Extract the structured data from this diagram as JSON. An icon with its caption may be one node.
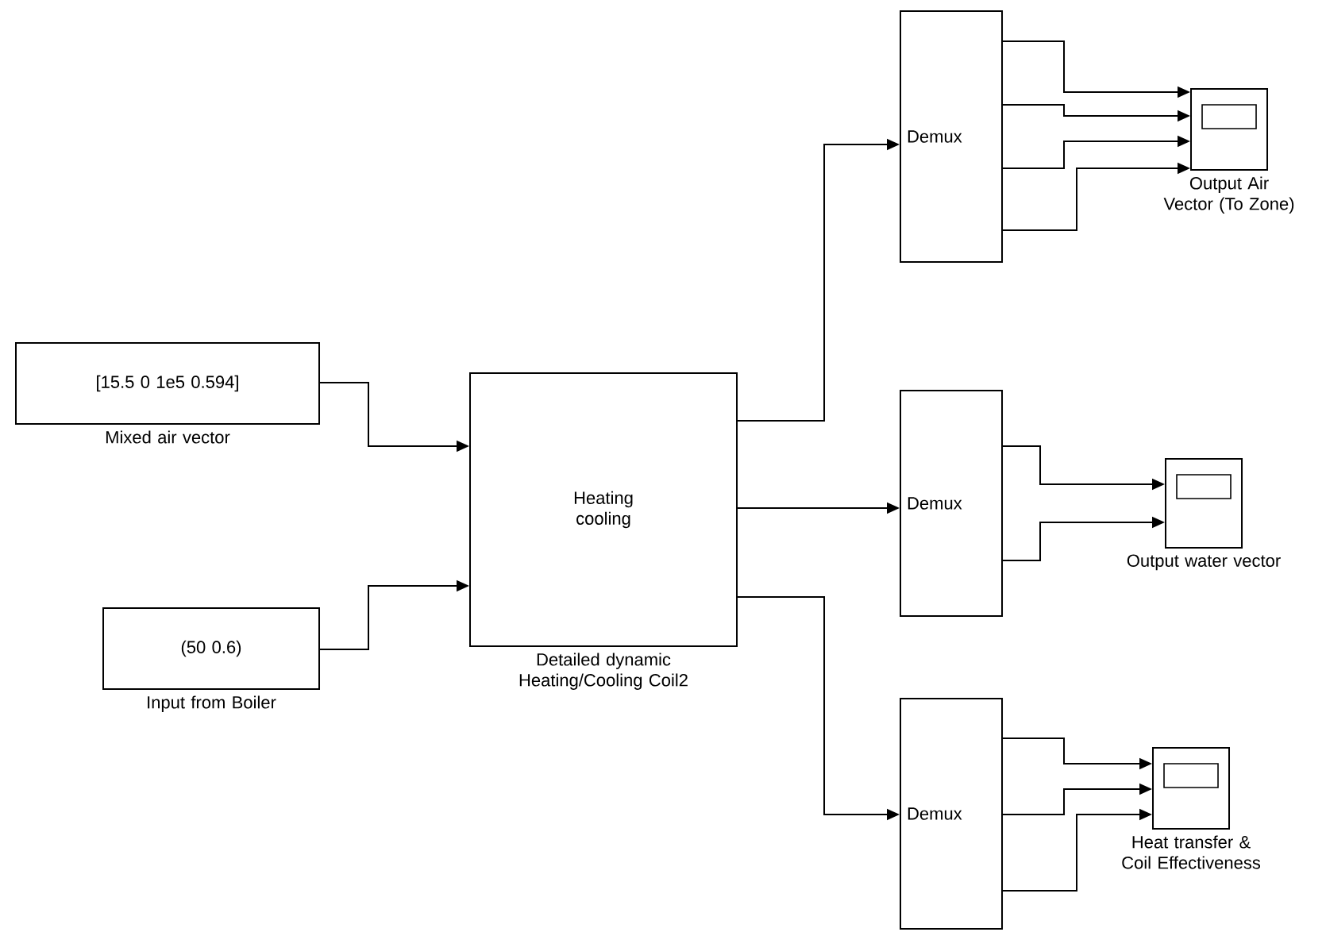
{
  "diagram": {
    "nodes": [
      {
        "text": [
          "[15.5 0 1e5 0.594]"
        ],
        "beside": [
          "Mixed air vector"
        ]
      },
      {
        "text": [
          "(50 0.6)"
        ],
        "beside": [
          "Input from Boiler"
        ]
      },
      {
        "text": [
          "Heating cooling"
        ],
        "beside": [
          "Detailed dynamic Heating/Cooling Coil2"
        ]
      },
      {
        "text": [
          "Demux"
        ]
      },
      {
        "text": [],
        "shape": "box",
        "beside": [
          "Output Air Vector (To Zone)"
        ]
      },
      {
        "text": [
          "Demux"
        ]
      },
      {
        "text": [],
        "shape": "box",
        "beside": [
          "Output water vector"
        ]
      },
      {
        "text": [
          "Demux"
        ]
      },
      {
        "text": [],
        "shape": "box",
        "beside": [
          "Heat transfer & Coil Effectiveness"
        ]
      }
    ],
    "edges": [
      {
        "from": 0,
        "to": 2,
        "arrow": "to"
      },
      {
        "from": 1,
        "to": 2,
        "arrow": "to"
      },
      {
        "from": 2,
        "to": 3,
        "arrow": "to"
      },
      {
        "from": 2,
        "to": 5,
        "arrow": "to"
      },
      {
        "from": 2,
        "to": 7,
        "arrow": "to"
      },
      {
        "from": 3,
        "to": 4,
        "arrow": "to"
      },
      {
        "from": 3,
        "to": 4,
        "arrow": "to"
      },
      {
        "from": 3,
        "to": 4,
        "arrow": "to"
      },
      {
        "from": 3,
        "to": 4,
        "arrow": "to"
      },
      {
        "from": 5,
        "to": 6,
        "arrow": "to"
      },
      {
        "from": 5,
        "to": 6,
        "arrow": "to"
      },
      {
        "from": 7,
        "to": 8,
        "arrow": "to"
      },
      {
        "from": 7,
        "to": 8,
        "arrow": "to"
      },
      {
        "from": 7,
        "to": 8,
        "arrow": "to"
      }
    ]
  }
}
